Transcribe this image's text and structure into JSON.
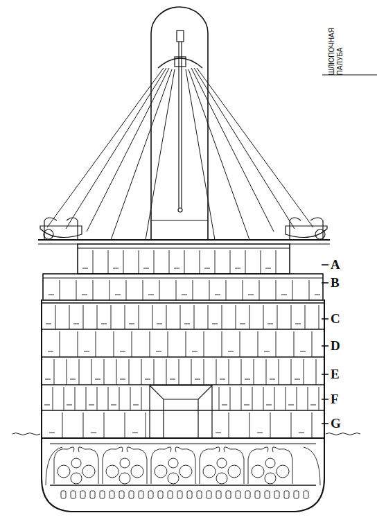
{
  "diagram": {
    "labels": [
      "ШЛЮПОЧНАЯ ПАЛУБА",
      "A",
      "B",
      "C",
      "D",
      "E",
      "F",
      "G"
    ]
  }
}
